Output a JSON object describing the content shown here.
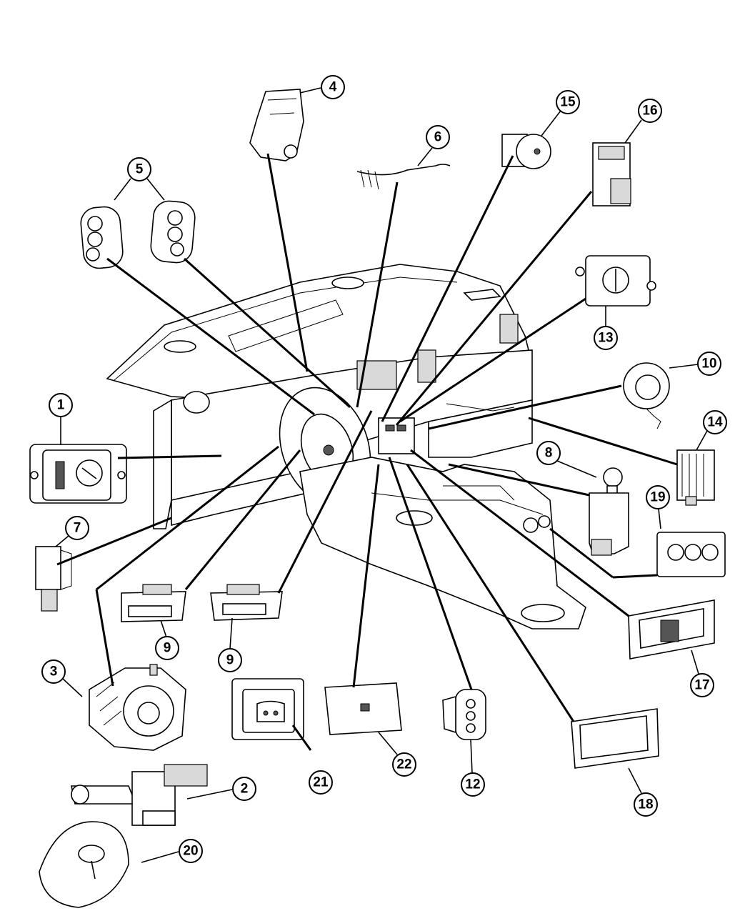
{
  "callouts": [
    "1",
    "2",
    "3",
    "4",
    "5",
    "6",
    "7",
    "8",
    "9",
    "9",
    "10",
    "12",
    "13",
    "14",
    "15",
    "16",
    "17",
    "18",
    "19",
    "20",
    "21",
    "22"
  ]
}
